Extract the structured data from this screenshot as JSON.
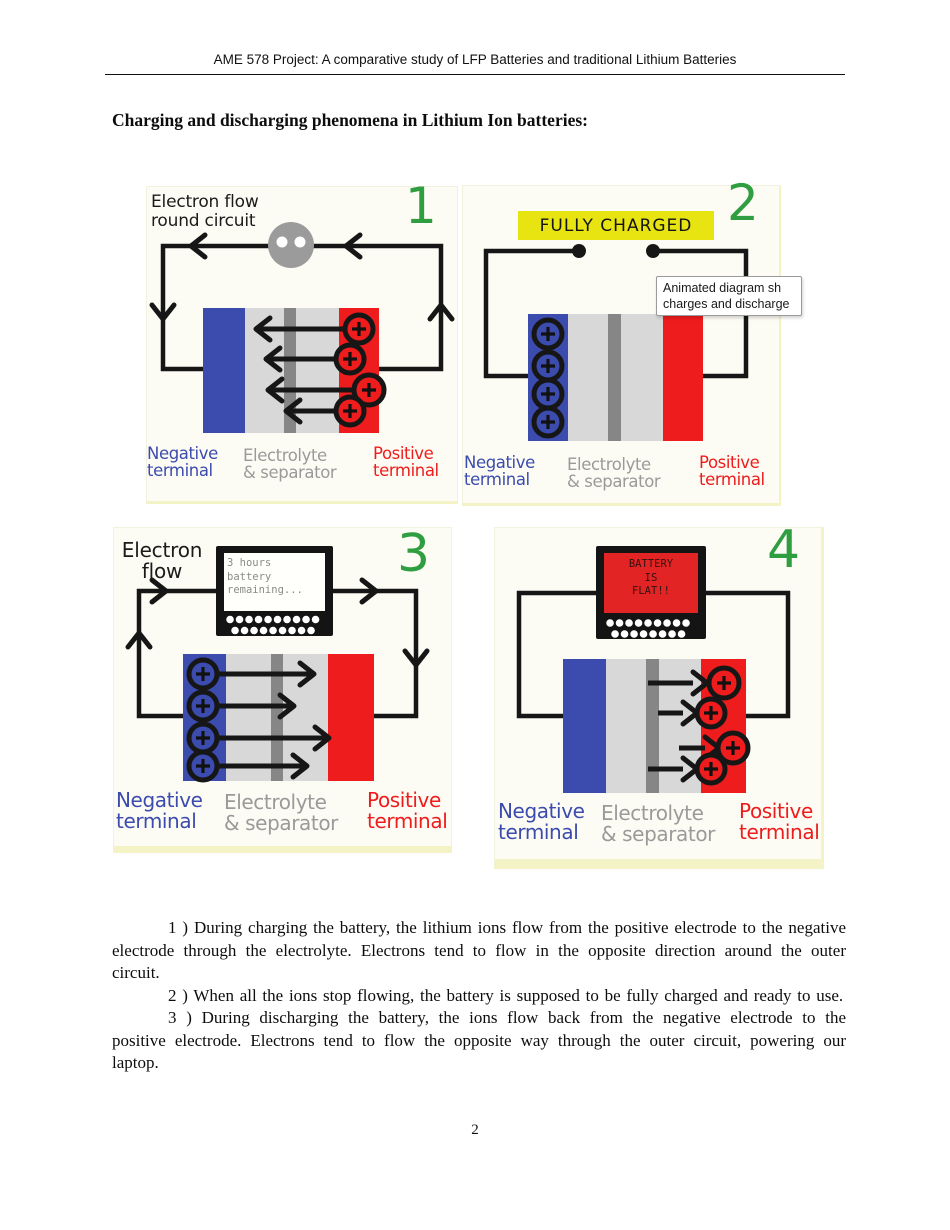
{
  "header": {
    "title": "AME 578 Project: A comparative study of LFP Batteries and traditional Lithium Batteries"
  },
  "heading": "Charging and discharging phenomena in Lithium Ion batteries:",
  "battery_labels": {
    "negative": "Negative\nterminal",
    "electrolyte": "Electrolyte\n& separator",
    "positive": "Positive\nterminal"
  },
  "panels": [
    {
      "number": "1",
      "title": "Electron flow\nround circuit"
    },
    {
      "number": "2",
      "banner": "FULLY CHARGED",
      "tooltip": {
        "line1": "Animated diagram sh",
        "line2": "charges and discharge"
      }
    },
    {
      "number": "3",
      "title": "Electron\nflow",
      "laptop_screen": "3 hours\nbattery\nremaining..."
    },
    {
      "number": "4",
      "laptop_screen": "BATTERY\nIS\nFLAT!!"
    }
  ],
  "paragraphs": [
    "1 ) During charging the battery, the lithium ions flow from the positive electrode to the negative electrode through the electrolyte. Electrons tend to flow in the opposite direction around the outer circuit.",
    "2 ) When all the ions stop flowing, the battery is supposed to be fully charged and ready to use.",
    "3 ) During discharging the battery, the ions flow back from the negative electrode to the positive electrode. Electrons tend to flow the opposite way through the outer circuit, powering our laptop."
  ],
  "page_number": "2",
  "colors": {
    "negative_blue": "#3c4bae",
    "positive_red": "#ee1c1c",
    "electrolyte_gray": "#d8d8d8",
    "separator_gray": "#868686",
    "label_gray": "#9a9a9a",
    "number_green": "#2f9e41",
    "banner_yellow": "#e7e412"
  }
}
